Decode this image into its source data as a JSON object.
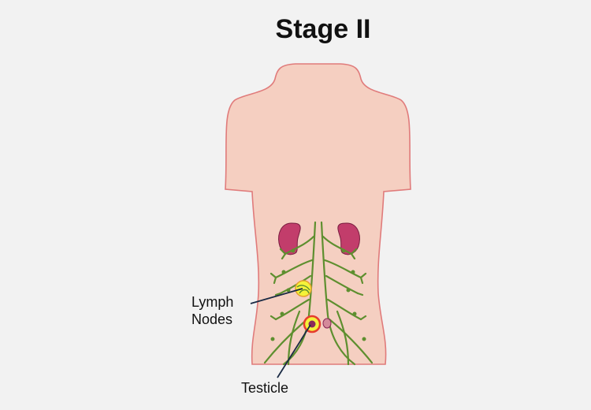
{
  "title": "Stage II",
  "labels": {
    "lymph_line1": "Lymph",
    "lymph_line2": "Nodes",
    "testicle": "Testicle"
  },
  "colors": {
    "background": "#f2f2f2",
    "skin": "#f5cfc1",
    "outline": "#e07b7b",
    "kidney": "#c23d6b",
    "lymph": "#5e8f2f",
    "tumor_fill": "#f4f23a",
    "tumor_ring": "#e53c2e"
  }
}
